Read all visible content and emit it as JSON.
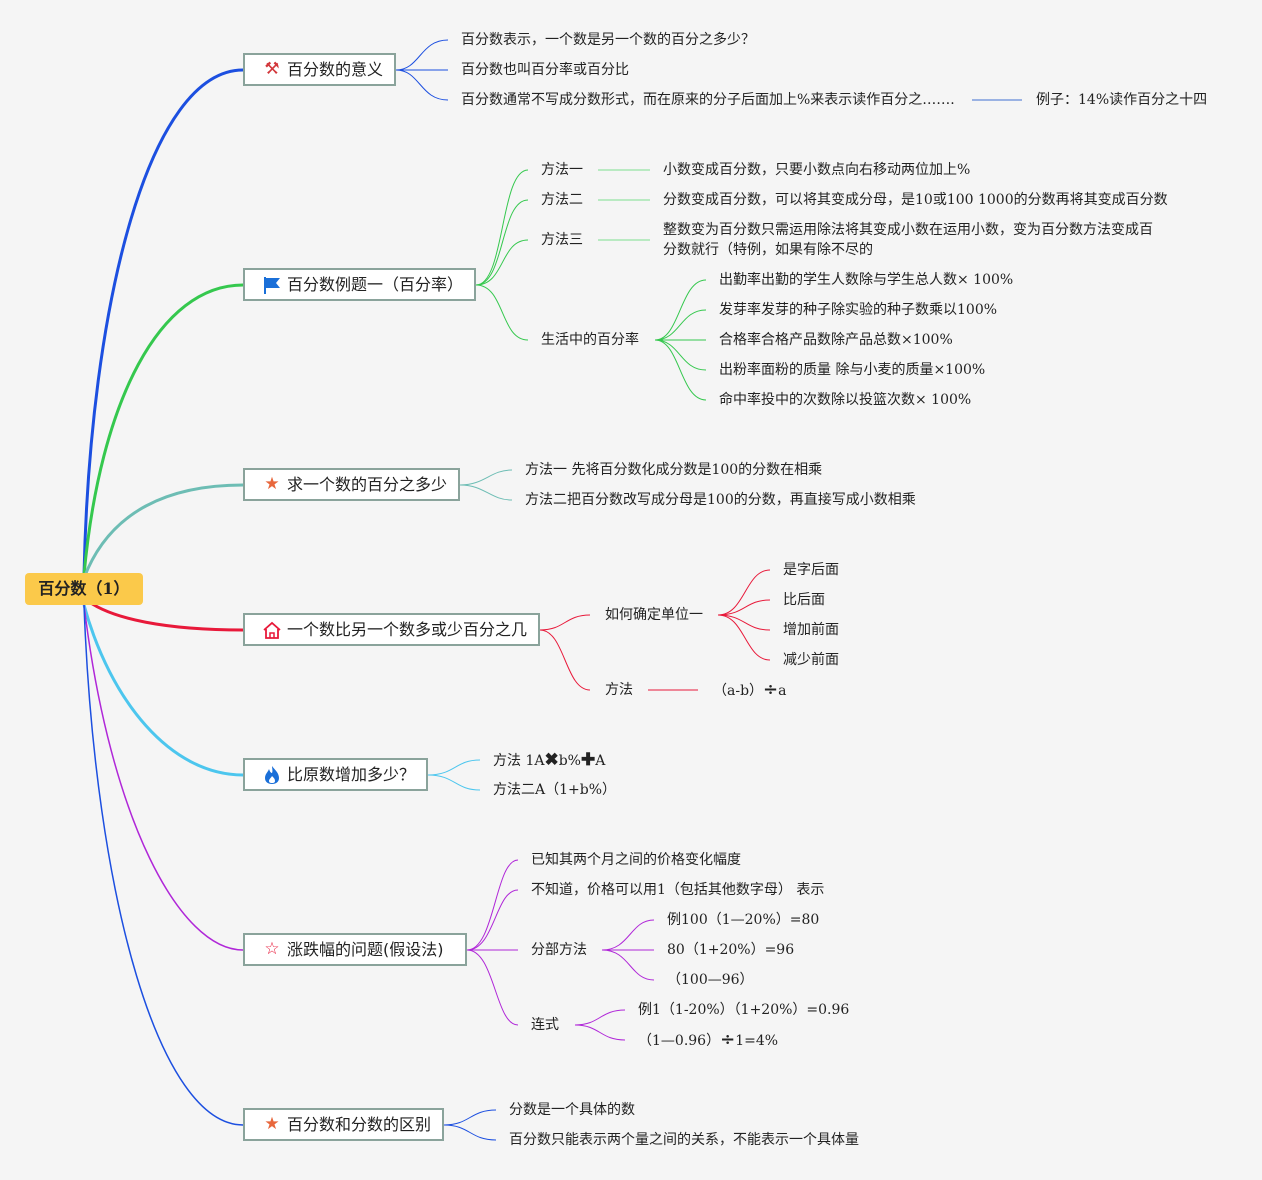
{
  "root": {
    "label": "百分数（1）"
  },
  "colors": {
    "blue": "#1c4fe0",
    "green": "#35c84e",
    "teal": "#6dbdb4",
    "red": "#e8193a",
    "cyan": "#4cc6ee",
    "purple": "#b027d8",
    "root_bg": "#fbc94a"
  },
  "topics": [
    {
      "label": "百分数的意义",
      "icon": "tools-icon",
      "items": [
        "百分数表示，一个数是另一个数的百分之多少？",
        "百分数也叫百分率或百分比",
        "百分数通常不写成分数形式，而在原来的分子后面加上%来表示读作百分之……."
      ],
      "example": "例子：14%读作百分之十四"
    },
    {
      "label": "百分数例题一（百分率）",
      "icon": "flag-icon",
      "methods": [
        {
          "label": "方法一",
          "text": "小数变成百分数，只要小数点向右移动两位加上%"
        },
        {
          "label": "方法二",
          "text": "分数变成百分数，可以将其变成分母，是10或100 1000的分数再将其变成百分数"
        },
        {
          "label": "方法三",
          "text": "整数变为百分数只需运用除法将其变成小数在运用小数，变为百分数方法变成百分数就行（特例，如果有除不尽的"
        }
      ],
      "life": {
        "label": "生活中的百分率",
        "items": [
          "出勤率出勤的学生人数除与学生总人数× 100%",
          "发芽率发芽的种子除实验的种子数乘以100%",
          "合格率合格产品数除产品总数×100%",
          "出粉率面粉的质量 除与小麦的质量×100%",
          "命中率投中的次数除以投篮次数× 100%"
        ]
      }
    },
    {
      "label": "求一个数的百分之多少",
      "icon": "star-icon",
      "items": [
        "方法一 先将百分数化成分数是100的分数在相乘",
        "方法二把百分数改写成分母是100的分数，再直接写成小数相乘"
      ]
    },
    {
      "label": "一个数比另一个数多或少百分之几",
      "icon": "house-icon",
      "unit": {
        "label": "如何确定单位一",
        "items": [
          "是字后面",
          "比后面",
          "增加前面",
          "减少前面"
        ]
      },
      "method": {
        "label": "方法",
        "formula_a": "（a-b）",
        "formula_b": "a"
      }
    },
    {
      "label": "比原数增加多少？",
      "icon": "fire-icon",
      "m1": {
        "a": "方法 1A",
        "b": "b%",
        "c": "A"
      },
      "m2": "方法二A（1+b%）"
    },
    {
      "label": "涨跌幅的问题(假设法)",
      "icon": "star-outline-icon",
      "items": [
        "已知其两个月之间的价格变化幅度",
        "不知道，价格可以用1（包括其他数字母） 表示"
      ],
      "part": {
        "label": "分部方法",
        "items": [
          "例100（1—20%）=80",
          "80（1+20%）=96",
          "（100—96）"
        ]
      },
      "chain": {
        "label": "连式",
        "item1": "例1（1-20%）（1+20%）=0.96",
        "item2a": "（1—0.96）",
        "item2b": "1=4%"
      }
    },
    {
      "label": "百分数和分数的区别",
      "icon": "star-icon",
      "items": [
        "分数是一个具体的数",
        "百分数只能表示两个量之间的关系，不能表示一个具体量"
      ]
    }
  ]
}
